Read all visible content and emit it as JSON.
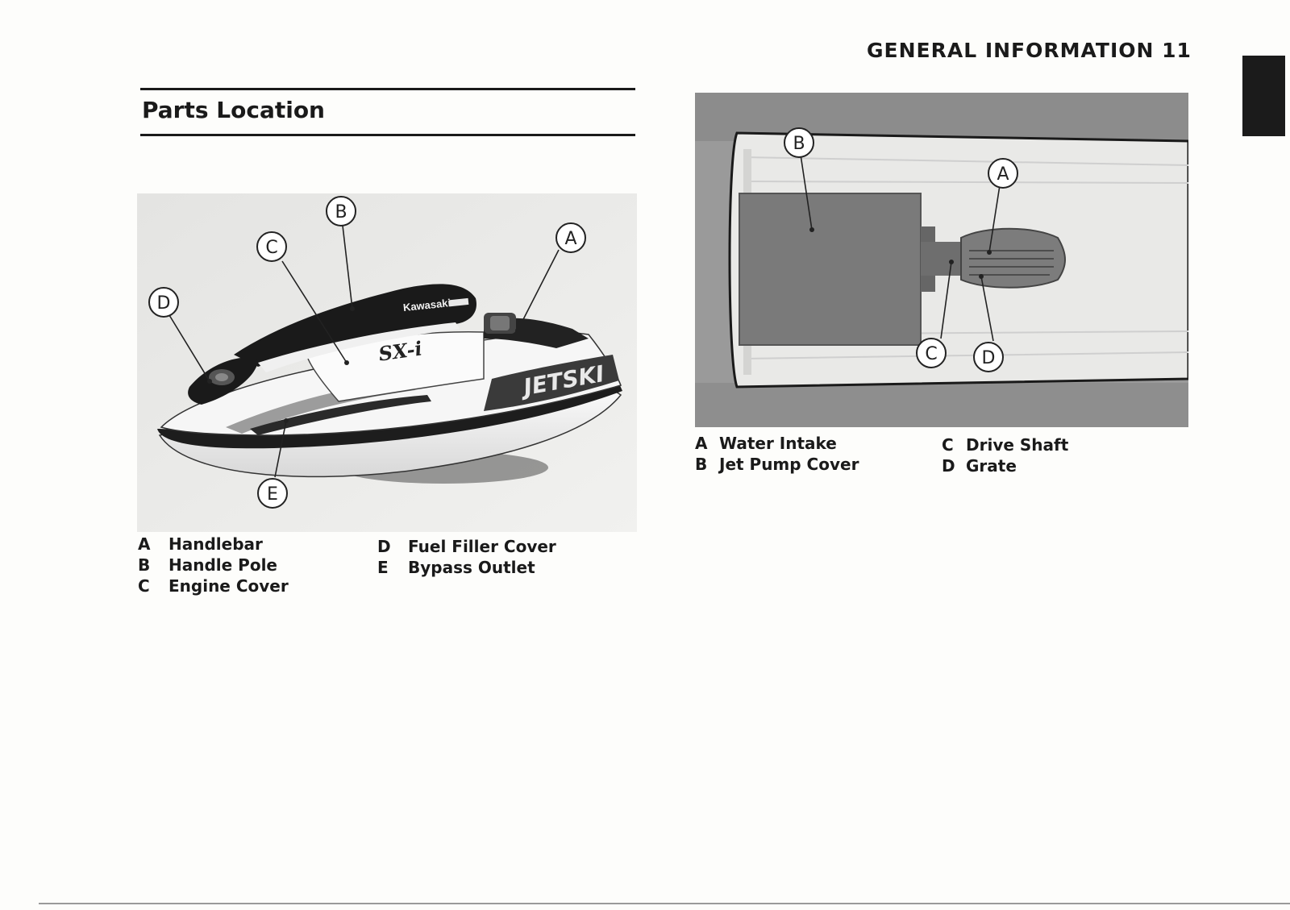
{
  "header": {
    "title": "GENERAL INFORMATION 11"
  },
  "section": {
    "title": "Parts Location"
  },
  "figure_left": {
    "callouts": [
      "A",
      "B",
      "C",
      "D",
      "E"
    ],
    "brand_text": "Kawasaki",
    "model_text": "SX-i",
    "hull_text": "JETSKI",
    "captions_col1": [
      {
        "letter": "A",
        "text": "Handlebar"
      },
      {
        "letter": "B",
        "text": "Handle Pole"
      },
      {
        "letter": "C",
        "text": "Engine Cover"
      }
    ],
    "captions_col2": [
      {
        "letter": "D",
        "text": "Fuel Filler Cover"
      },
      {
        "letter": "E",
        "text": "Bypass Outlet"
      }
    ]
  },
  "figure_right": {
    "callouts": [
      "A",
      "B",
      "C",
      "D"
    ],
    "captions_col1": [
      {
        "letter": "A",
        "text": "Water Intake"
      },
      {
        "letter": "B",
        "text": "Jet Pump Cover"
      }
    ],
    "captions_col2": [
      {
        "letter": "C",
        "text": "Drive Shaft"
      },
      {
        "letter": "D",
        "text": "Grate"
      }
    ]
  }
}
